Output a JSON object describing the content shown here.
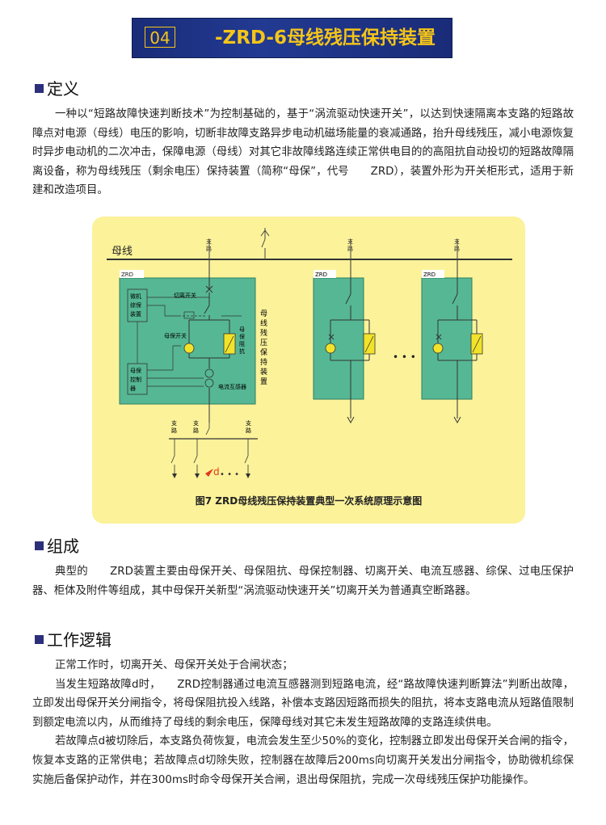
{
  "header": {
    "number": "04",
    "title": "-ZRD-6母线残压保持装置"
  },
  "sections": {
    "definition": {
      "heading": "定义",
      "paragraph": "一种以“短路故障快速判断技术”为控制基础的，基于“涡流驱动快速开关”，以达到快速隔离本支路的短路故障点对电源（母线）电压的影响，切断非故障支路异步电动机磁场能量的衰减通路，抬升母线残压，减小电源恢复时异步电动机的二次冲击，保障电源（母线）对其它非故障线路连续正常供电目的的高阻抗自动投切的短路故障隔离设备，称为母线残压（剩余电压）保持装置（简称“母保”，代号　　ZRD），装置外形为开关柜形式，适用于新建和改造项目。"
    },
    "composition": {
      "heading": "组成",
      "paragraph": "典型的　　ZRD装置主要由母保开关、母保阻抗、母保控制器、切离开关、电流互感器、综保、过电压保护器、柜体及附件等组成，其中母保开关新型“涡流驱动快速开关”切离开关为普通真空断路器。"
    },
    "logic": {
      "heading": "工作逻辑",
      "p1": "正常工作时，切离开关、母保开关处于合闸状态；",
      "p2": "当发生短路故障d时，　　ZRD控制器通过电流互感器测到短路电流，经“路故障快速判断算法”判断出故障，立即发出母保开关分闸指令，将母保阻抗投入线路，补偿本支路因短路而损失的阻抗，将本支路电流从短路值限制到额定电流以内，从而维持了母线的剩余电压，保障母线对其它未发生短路故障的支路连续供电。",
      "p3": "若故障点d被切除后，本支路负荷恢复，电流会发生至少50%的变化，控制器立即发出母保开关合闸的指令，恢复本支路的正常供电；若故障点d切除失败，控制器在故障后200ms向切离开关发出分闸指令，协助微机综保实施后备保护动作，并在300ms时命令母保开关合闸，退出母保阻抗，完成一次母线残压保护功能操作。"
    }
  },
  "figure": {
    "caption": "图7 ZRD母线残压保持装置典型一次系统原理示意图",
    "busbar_label": "母线",
    "branch_label": [
      "支",
      "路"
    ],
    "zrd_label": "ZRD",
    "relay_label": [
      "微机",
      "综保",
      "装置"
    ],
    "controller_label": [
      "母保",
      "控制",
      "器"
    ],
    "isolator_label": "切离开关",
    "mb_switch_label": "母保开关",
    "impedance_label": [
      "母",
      "保",
      "阻",
      "抗"
    ],
    "ct_label": "电流互感器",
    "device_label": [
      "母",
      "线",
      "残",
      "压",
      "保",
      "持",
      "装",
      "置"
    ],
    "fault_label": "d",
    "ellipsis": "• • •",
    "dots_small": "• • •"
  }
}
